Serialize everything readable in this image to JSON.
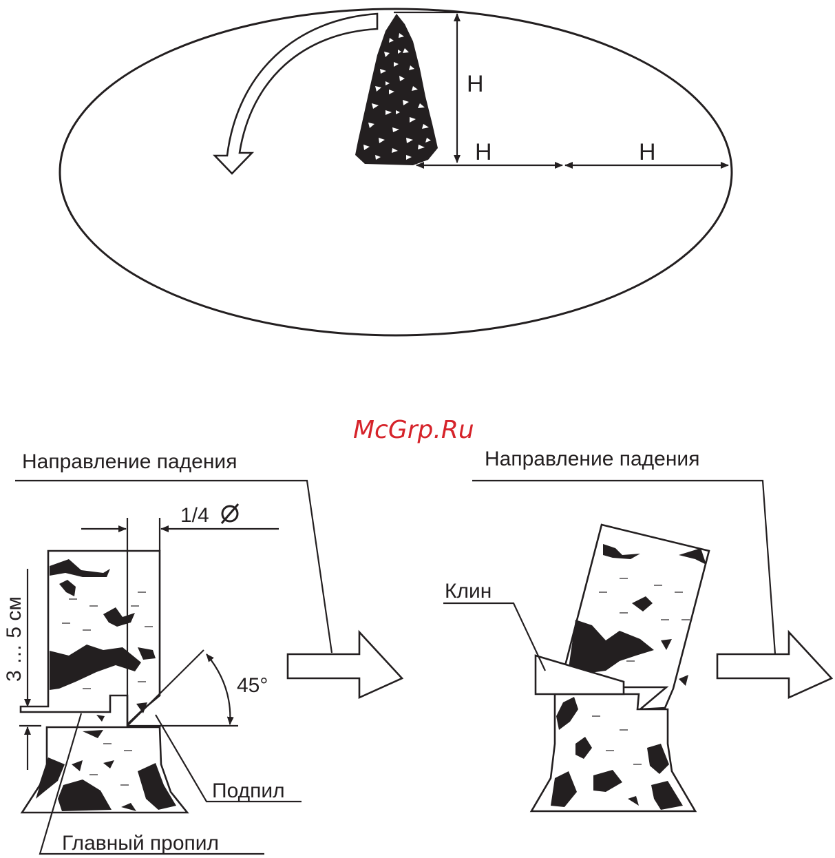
{
  "top_diagram": {
    "height_label": "H",
    "dist_label_1": "H",
    "dist_label_2": "H"
  },
  "watermark": "McGrp.Ru",
  "left_diagram": {
    "fall_direction": "Направление падения",
    "fraction": "1/4",
    "angle": "45°",
    "depth": "3 … 5 см",
    "undercut": "Подпил",
    "main_cut": "Главный пропил"
  },
  "right_diagram": {
    "fall_direction": "Направление падения",
    "wedge": "Клин"
  }
}
